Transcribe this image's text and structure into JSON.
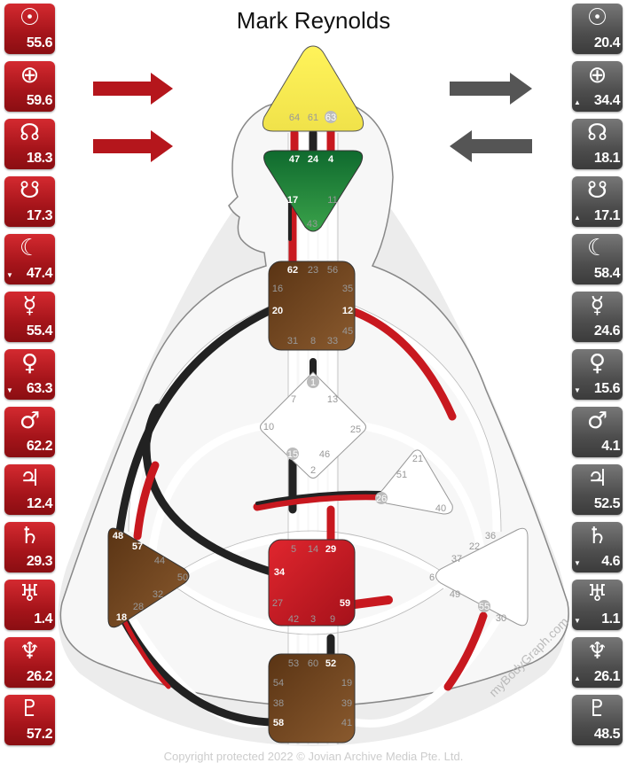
{
  "title": "Mark Reynolds",
  "colors": {
    "design": "#b5161c",
    "personality": "#4a4a4a",
    "head": "#f5ec4a",
    "ajna": "#1f8a3a",
    "brown": "#6e4520",
    "sacral": "#c0161f"
  },
  "design": [
    {
      "icon": "sun",
      "symbol": "☉",
      "value": "55.6",
      "marker": ""
    },
    {
      "icon": "earth",
      "symbol": "⊕",
      "value": "59.6",
      "marker": ""
    },
    {
      "icon": "north-node",
      "symbol": "☊",
      "value": "18.3",
      "marker": ""
    },
    {
      "icon": "south-node",
      "symbol": "☋",
      "value": "17.3",
      "marker": ""
    },
    {
      "icon": "moon",
      "symbol": "☾",
      "value": "47.4",
      "marker": "▼"
    },
    {
      "icon": "mercury",
      "symbol": "☿",
      "value": "55.4",
      "marker": ""
    },
    {
      "icon": "venus",
      "symbol": "♀",
      "value": "63.3",
      "marker": "▼"
    },
    {
      "icon": "mars",
      "symbol": "♂",
      "value": "62.2",
      "marker": ""
    },
    {
      "icon": "jupiter",
      "symbol": "♃",
      "value": "12.4",
      "marker": ""
    },
    {
      "icon": "saturn",
      "symbol": "♄",
      "value": "29.3",
      "marker": ""
    },
    {
      "icon": "uranus",
      "symbol": "♅",
      "value": "1.4",
      "marker": ""
    },
    {
      "icon": "neptune",
      "symbol": "♆",
      "value": "26.2",
      "marker": ""
    },
    {
      "icon": "pluto",
      "symbol": "♇",
      "value": "57.2",
      "marker": ""
    }
  ],
  "personality": [
    {
      "icon": "sun",
      "symbol": "☉",
      "value": "20.4",
      "marker": ""
    },
    {
      "icon": "earth",
      "symbol": "⊕",
      "value": "34.4",
      "marker": "▲"
    },
    {
      "icon": "north-node",
      "symbol": "☊",
      "value": "18.1",
      "marker": ""
    },
    {
      "icon": "south-node",
      "symbol": "☋",
      "value": "17.1",
      "marker": "▲"
    },
    {
      "icon": "moon",
      "symbol": "☾",
      "value": "58.4",
      "marker": ""
    },
    {
      "icon": "mercury",
      "symbol": "☿",
      "value": "24.6",
      "marker": ""
    },
    {
      "icon": "venus",
      "symbol": "♀",
      "value": "15.6",
      "marker": "▼"
    },
    {
      "icon": "mars",
      "symbol": "♂",
      "value": "4.1",
      "marker": ""
    },
    {
      "icon": "jupiter",
      "symbol": "♃",
      "value": "52.5",
      "marker": ""
    },
    {
      "icon": "saturn",
      "symbol": "♄",
      "value": "4.6",
      "marker": "▼"
    },
    {
      "icon": "uranus",
      "symbol": "♅",
      "value": "1.1",
      "marker": "▼"
    },
    {
      "icon": "neptune",
      "symbol": "♆",
      "value": "26.1",
      "marker": "▲"
    },
    {
      "icon": "pluto",
      "symbol": "♇",
      "value": "48.5",
      "marker": ""
    }
  ],
  "gates": [
    {
      "n": "64",
      "s": "off"
    },
    {
      "n": "61",
      "s": "off"
    },
    {
      "n": "63",
      "s": "ring"
    },
    {
      "n": "47",
      "s": "on"
    },
    {
      "n": "24",
      "s": "on"
    },
    {
      "n": "4",
      "s": "on"
    },
    {
      "n": "17",
      "s": "on"
    },
    {
      "n": "11",
      "s": "off"
    },
    {
      "n": "43",
      "s": "off"
    },
    {
      "n": "62",
      "s": "on"
    },
    {
      "n": "23",
      "s": "off"
    },
    {
      "n": "56",
      "s": "off"
    },
    {
      "n": "16",
      "s": "off"
    },
    {
      "n": "35",
      "s": "off"
    },
    {
      "n": "20",
      "s": "on"
    },
    {
      "n": "12",
      "s": "on"
    },
    {
      "n": "45",
      "s": "off"
    },
    {
      "n": "31",
      "s": "off"
    },
    {
      "n": "8",
      "s": "off"
    },
    {
      "n": "33",
      "s": "off"
    },
    {
      "n": "1",
      "s": "ring"
    },
    {
      "n": "7",
      "s": "off"
    },
    {
      "n": "13",
      "s": "off"
    },
    {
      "n": "10",
      "s": "off"
    },
    {
      "n": "25",
      "s": "off"
    },
    {
      "n": "15",
      "s": "ring"
    },
    {
      "n": "46",
      "s": "off"
    },
    {
      "n": "2",
      "s": "off"
    },
    {
      "n": "21",
      "s": "off"
    },
    {
      "n": "51",
      "s": "off"
    },
    {
      "n": "26",
      "s": "ring"
    },
    {
      "n": "40",
      "s": "off"
    },
    {
      "n": "48",
      "s": "on"
    },
    {
      "n": "57",
      "s": "on"
    },
    {
      "n": "44",
      "s": "off"
    },
    {
      "n": "50",
      "s": "off"
    },
    {
      "n": "32",
      "s": "off"
    },
    {
      "n": "28",
      "s": "off"
    },
    {
      "n": "18",
      "s": "on"
    },
    {
      "n": "5",
      "s": "off"
    },
    {
      "n": "14",
      "s": "off"
    },
    {
      "n": "29",
      "s": "on"
    },
    {
      "n": "34",
      "s": "on"
    },
    {
      "n": "27",
      "s": "off"
    },
    {
      "n": "59",
      "s": "on"
    },
    {
      "n": "42",
      "s": "off"
    },
    {
      "n": "3",
      "s": "off"
    },
    {
      "n": "9",
      "s": "off"
    },
    {
      "n": "36",
      "s": "off"
    },
    {
      "n": "22",
      "s": "off"
    },
    {
      "n": "37",
      "s": "off"
    },
    {
      "n": "6",
      "s": "off"
    },
    {
      "n": "49",
      "s": "off"
    },
    {
      "n": "55",
      "s": "ring"
    },
    {
      "n": "30",
      "s": "off"
    },
    {
      "n": "53",
      "s": "off"
    },
    {
      "n": "60",
      "s": "off"
    },
    {
      "n": "52",
      "s": "on"
    },
    {
      "n": "54",
      "s": "off"
    },
    {
      "n": "19",
      "s": "off"
    },
    {
      "n": "38",
      "s": "off"
    },
    {
      "n": "39",
      "s": "off"
    },
    {
      "n": "58",
      "s": "on"
    },
    {
      "n": "41",
      "s": "off"
    }
  ],
  "watermark": "myBodyGraph.com",
  "copyright": "Copyright protected 2022 © Jovian Archive Media Pte. Ltd."
}
